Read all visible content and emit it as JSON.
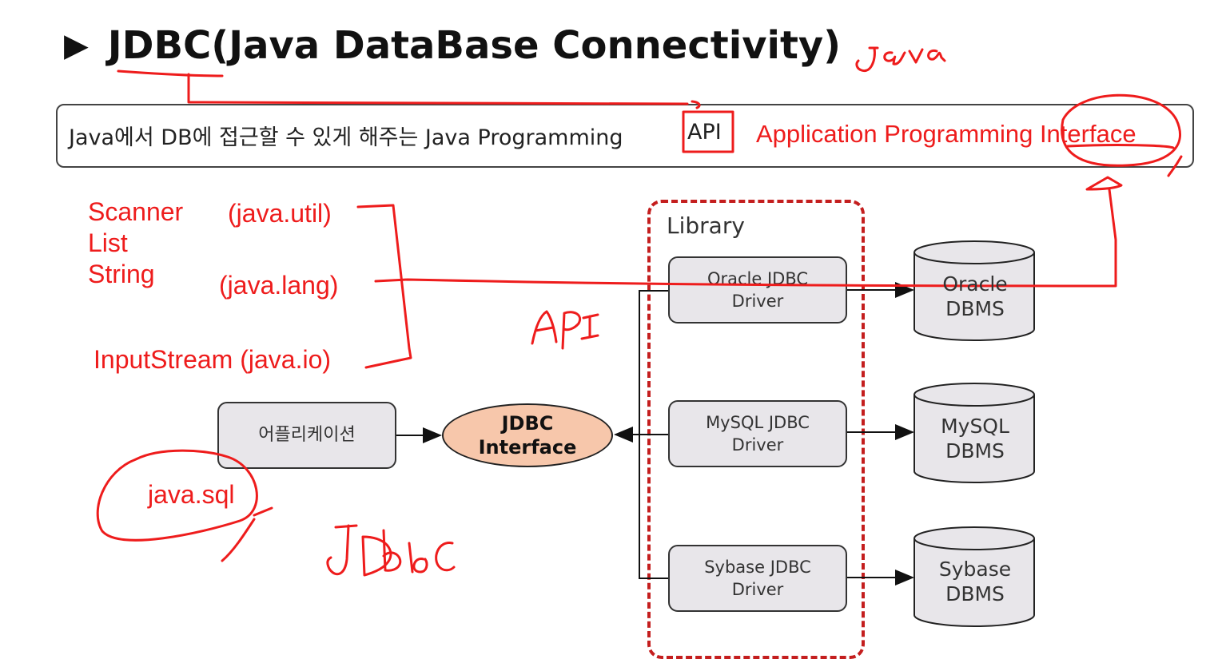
{
  "title": {
    "marker": "▶",
    "text": "JDBC(Java DataBase Connectivity)"
  },
  "definition": {
    "text": "Java에서 DB에 접근할 수 있게 해주는 Java Programming",
    "api": "API",
    "expansion": "Application Programming Interface"
  },
  "notes": {
    "classes": [
      "Scanner",
      "List",
      "String"
    ],
    "java_util": "(java.util)",
    "java_lang": "(java.lang)",
    "inputstream": "InputStream (java.io)",
    "java_sql": "java.sql"
  },
  "diagram": {
    "library_label": "Library",
    "application": "어플리케이션",
    "jdbc_interface": [
      "JDBC",
      "Interface"
    ],
    "drivers": [
      {
        "line1": "Oracle JDBC",
        "line2": "Driver"
      },
      {
        "line1": "MySQL JDBC",
        "line2": "Driver"
      },
      {
        "line1": "Sybase JDBC",
        "line2": "Driver"
      }
    ],
    "dbms": [
      {
        "line1": "Oracle",
        "line2": "DBMS"
      },
      {
        "line1": "MySQL",
        "line2": "DBMS"
      },
      {
        "line1": "Sybase",
        "line2": "DBMS"
      }
    ]
  },
  "colors": {
    "ink": "#ee1c1c",
    "interface_fill": "#f7c7ab",
    "driver_fill": "#e8e6ea",
    "library_border": "#c41e1e"
  }
}
